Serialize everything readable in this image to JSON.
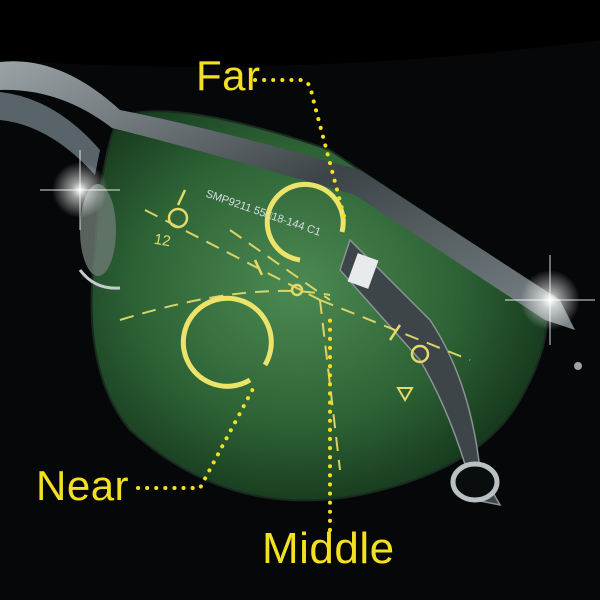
{
  "labels": {
    "far": "Far",
    "near": "Near",
    "middle": "Middle"
  },
  "frame": {
    "engraving": "SMP9211 55□18-144 C1"
  },
  "lens": {
    "marking": "12"
  },
  "colors": {
    "accent": "#f2e021",
    "lens_tint": "#2f6a3a",
    "background": "#000000"
  }
}
